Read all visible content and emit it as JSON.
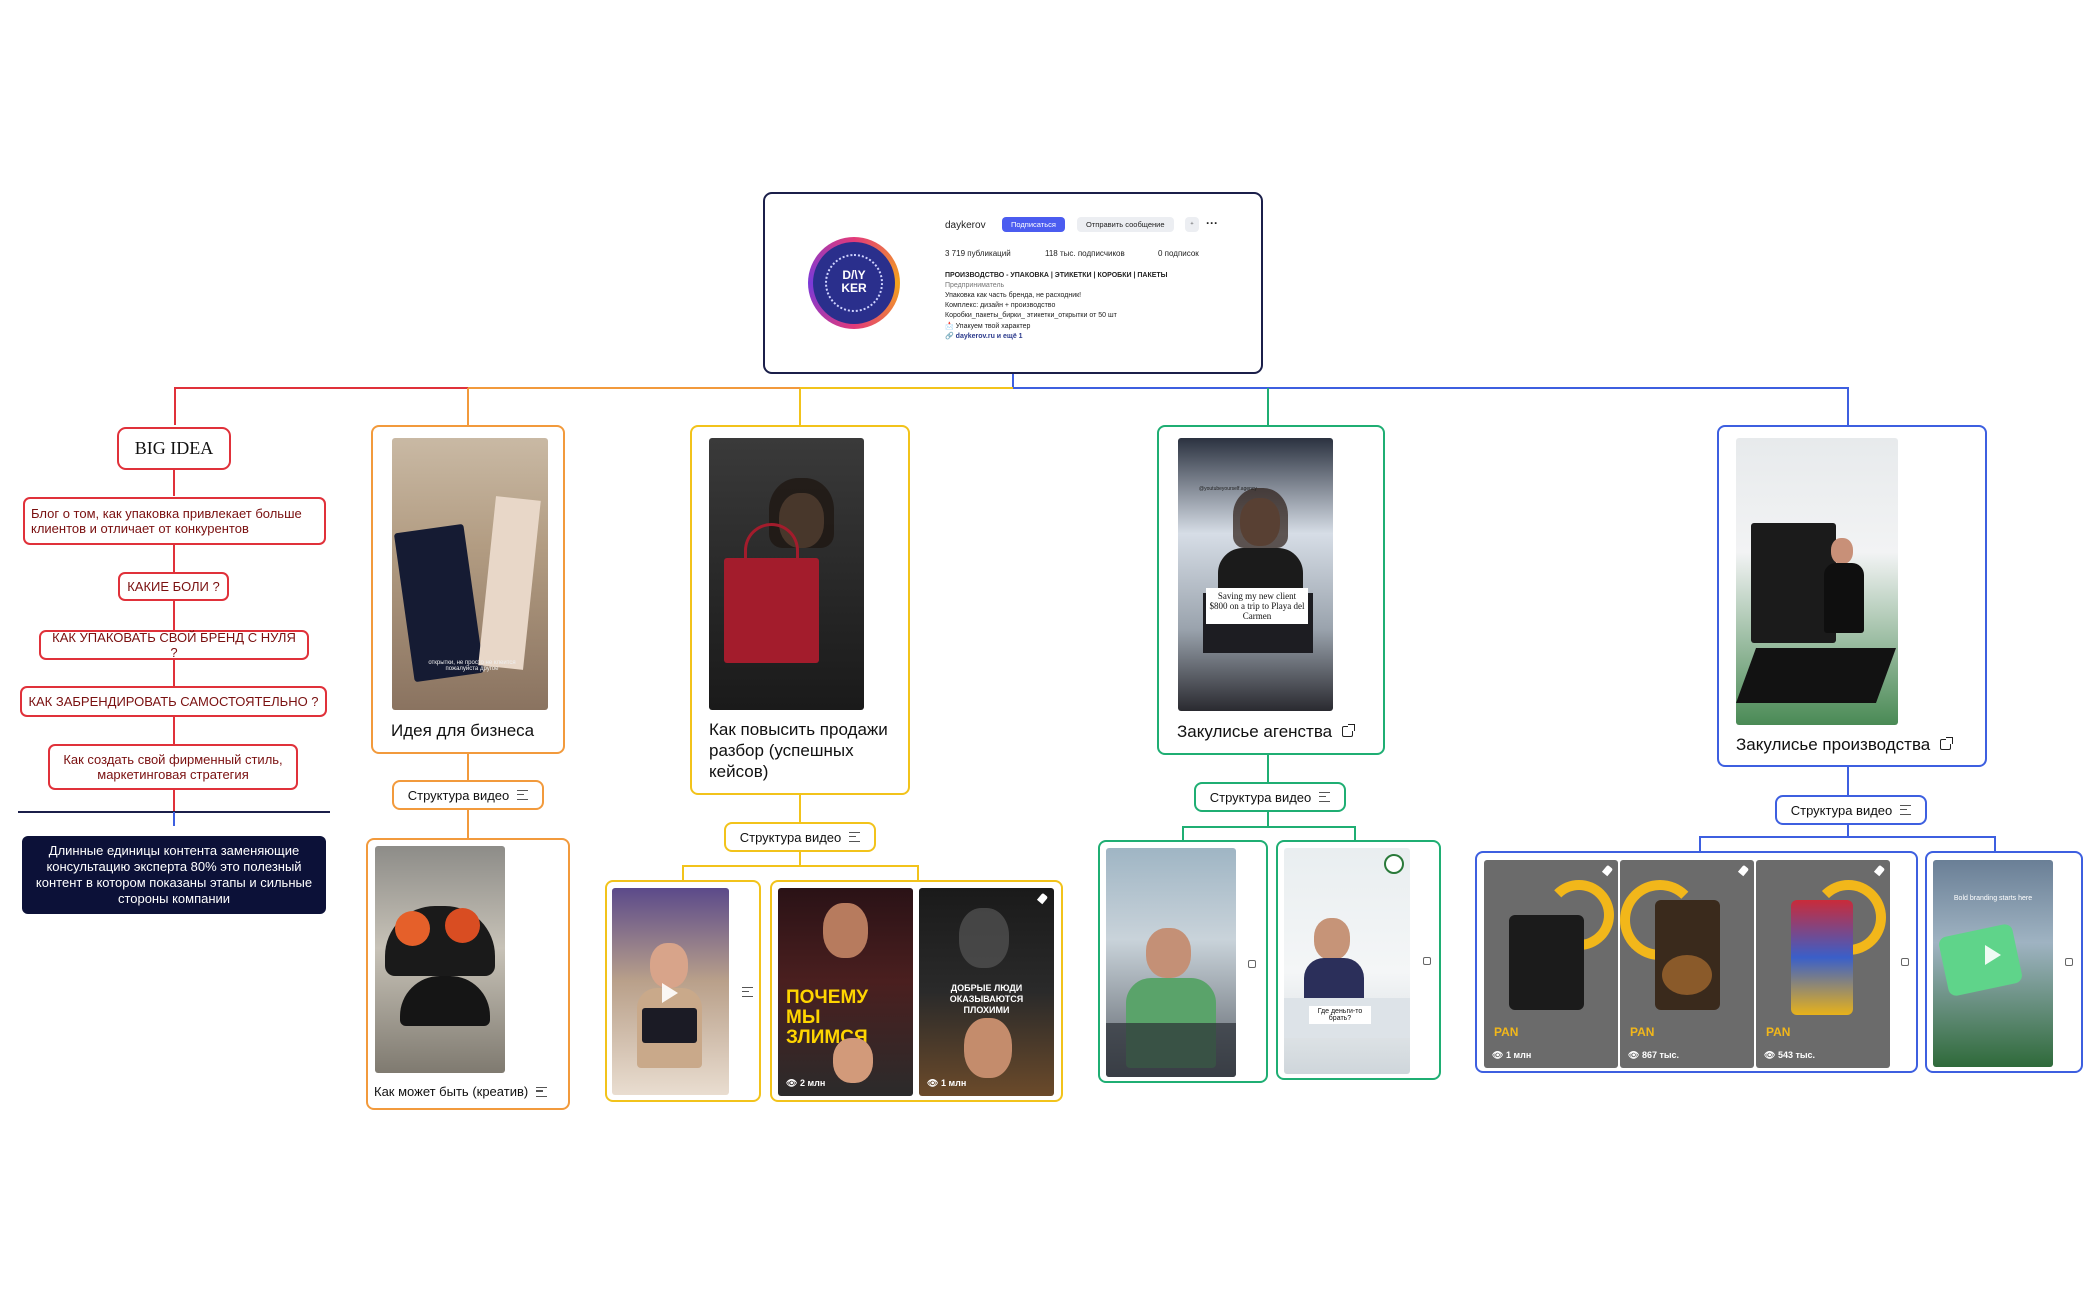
{
  "profile": {
    "username": "daykerov",
    "follow_label": "Подписаться",
    "message_label": "Отправить сообщение",
    "posts": "3 719 публикаций",
    "followers": "118 тыс. подписчиков",
    "following": "0 подписок",
    "bio_title": "ПРОИЗВОДСТВО - УПАКОВКА | ЭТИКЕТКИ | КОРОБКИ | ПАКЕТЫ",
    "bio_category": "Предприниматель",
    "bio_line1": "Упаковка как часть бренда, не расходник!",
    "bio_line2": "Комплекс: дизайн + производство",
    "bio_line3": "Коробки_пакеты_бирки_ этикетки_открытки от 50 шт",
    "bio_line4": "📩 Упакуем твой характер",
    "bio_link": "daykerov.ru и ещё 1",
    "logo_text": "D/\\Y\nKER"
  },
  "left_column": {
    "big_idea": "BIG IDEA",
    "blog": "Блог о том, как упаковка привлекает больше клиентов и отличает от конкурентов",
    "pains": "КАКИЕ БОЛИ ?",
    "q1": "КАК УПАКОВАТЬ СВОЙ БРЕНД С НУЛЯ ?",
    "q2": "КАК ЗАБРЕНДИРОВАТЬ САМОСТОЯТЕЛЬНО ?",
    "q3": "Как создать свой фирменный стиль, маркетинговая стратегия",
    "summary": "Длинные единицы контента заменяющие консультацию эксперта 80% это полезный контент в котором показаны этапы и сильные стороны компании"
  },
  "branches": {
    "b1": {
      "title": "Идея для бизнеса",
      "structure": "Структура видео",
      "creative": "Как может быть (креатив)",
      "overlay": "открытки, не просто не клеится пожалуйста другое"
    },
    "b2": {
      "title": "Как повысить продажи разбор (успешных кейсов)",
      "structure": "Структура видео",
      "reel_title1": "ПОЧЕМУ МЫ ЗЛИМСЯ",
      "reel_title2": "ДОБРЫЕ ЛЮДИ ОКАЗЫВАЮТСЯ ПЛОХИМИ",
      "views1": "2 млн",
      "views2": "1 млн"
    },
    "b3": {
      "title": "Закулисье агенства",
      "structure": "Структура видео",
      "overlay": "Saving my new client $800 on a trip to Playa del Carmen",
      "tag": "@youtubeyourself.agency",
      "reel_q": "Где деньги-то брать?"
    },
    "b4": {
      "title": "Закулисье производства",
      "structure": "Структура видео",
      "brand": "PAN",
      "views1": "1 млн",
      "views2": "867 тыс.",
      "views3": "543 тыс.",
      "extra_caption": "Bold branding starts here"
    }
  },
  "colors": {
    "red": "#e0313a",
    "orange": "#f29a3c",
    "yellow": "#f2c31b",
    "green": "#1fae73",
    "blue": "#3d5fe0",
    "navy": "#0c1138"
  }
}
